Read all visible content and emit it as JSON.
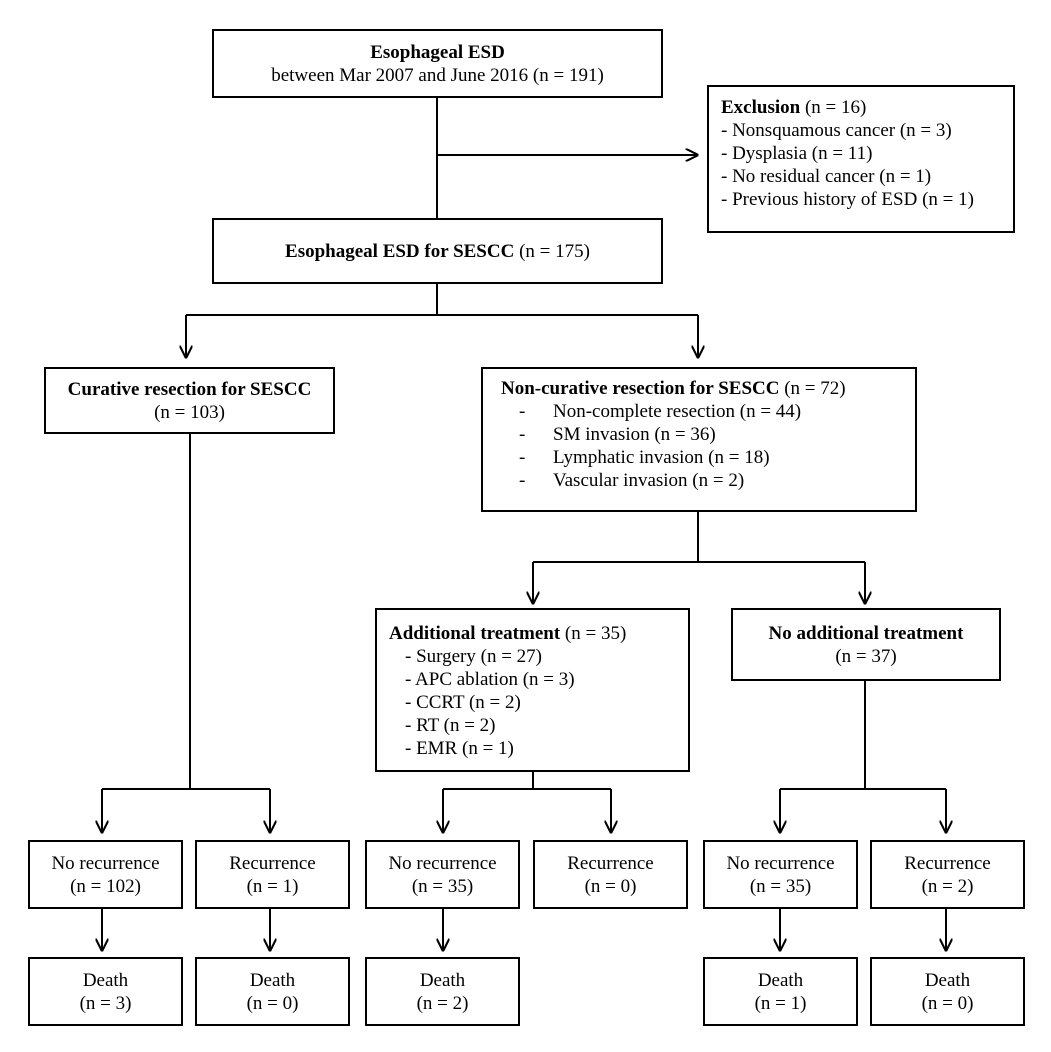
{
  "start": {
    "title": "Esophageal ESD",
    "subtitle": "between Mar 2007 and June 2016 (n = 191)"
  },
  "exclusion": {
    "title": "Exclusion",
    "count": " (n = 16)",
    "items": [
      "- Nonsquamous cancer (n = 3)",
      "- Dysplasia (n = 11)",
      "- No residual cancer (n = 1)",
      "- Previous history of ESD (n = 1)"
    ]
  },
  "sescc": {
    "title": "Esophageal ESD for SESCC",
    "count": " (n = 175)"
  },
  "curative": {
    "title": "Curative resection for SESCC",
    "count": "(n = 103)"
  },
  "noncurative": {
    "title": "Non-curative resection for SESCC",
    "count": " (n = 72)",
    "dash": "-",
    "items": [
      "Non-complete resection (n = 44)",
      "SM invasion (n = 36)",
      "Lymphatic invasion (n = 18)",
      "Vascular invasion (n = 2)"
    ]
  },
  "additional": {
    "title": "Additional treatment",
    "count": " (n = 35)",
    "items": [
      "- Surgery (n = 27)",
      "- APC ablation (n = 3)",
      "- CCRT (n = 2)",
      "- RT (n = 2)",
      "- EMR (n = 1)"
    ]
  },
  "no_additional": {
    "title": "No additional treatment",
    "count": "(n = 37)"
  },
  "outcomes": [
    {
      "label": "No recurrence",
      "count": "(n = 102)"
    },
    {
      "label": "Recurrence",
      "count": "(n = 1)"
    },
    {
      "label": "No recurrence",
      "count": "(n = 35)"
    },
    {
      "label": "Recurrence",
      "count": "(n = 0)"
    },
    {
      "label": "No recurrence",
      "count": "(n = 35)"
    },
    {
      "label": "Recurrence",
      "count": "(n = 2)"
    }
  ],
  "deaths": [
    {
      "label": "Death",
      "count": "(n = 3)"
    },
    {
      "label": "Death",
      "count": "(n = 0)"
    },
    {
      "label": "Death",
      "count": "(n = 2)"
    },
    {
      "label": "Death",
      "count": "(n = 1)"
    },
    {
      "label": "Death",
      "count": "(n = 0)"
    }
  ]
}
